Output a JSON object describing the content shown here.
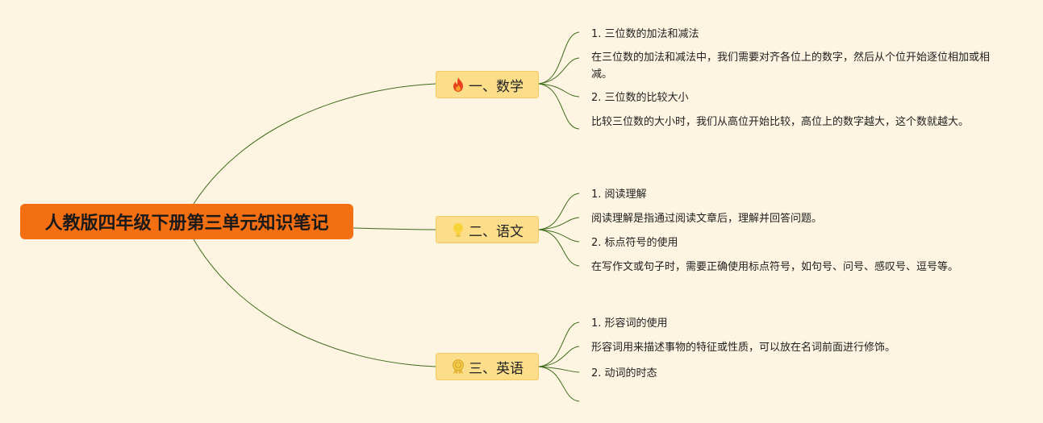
{
  "root": {
    "title": "人教版四年级下册第三单元知识笔记"
  },
  "colors": {
    "background": "#fdf5e2",
    "root_fill": "#f46e12",
    "branch_fill": "#fbdd8a",
    "line": "#3f6b1c"
  },
  "branches": [
    {
      "label": "一、数学",
      "icon": "fire-icon",
      "leaves": [
        "1. 三位数的加法和减法",
        "在三位数的加法和减法中，我们需要对齐各位上的数字，然后从个位开始逐位相加或相减。",
        "2. 三位数的比较大小",
        "比较三位数的大小时，我们从高位开始比较，高位上的数字越大，这个数就越大。"
      ]
    },
    {
      "label": "二、语文",
      "icon": "lightbulb-icon",
      "leaves": [
        "1. 阅读理解",
        "阅读理解是指通过阅读文章后，理解并回答问题。",
        "2. 标点符号的使用",
        "在写作文或句子时，需要正确使用标点符号，如句号、问号、感叹号、逗号等。"
      ]
    },
    {
      "label": "三、英语",
      "icon": "award-medal-icon",
      "leaves": [
        "1. 形容词的使用",
        "形容词用来描述事物的特征或性质，可以放在名词前面进行修饰。",
        "2. 动词的时态",
        ""
      ]
    }
  ]
}
